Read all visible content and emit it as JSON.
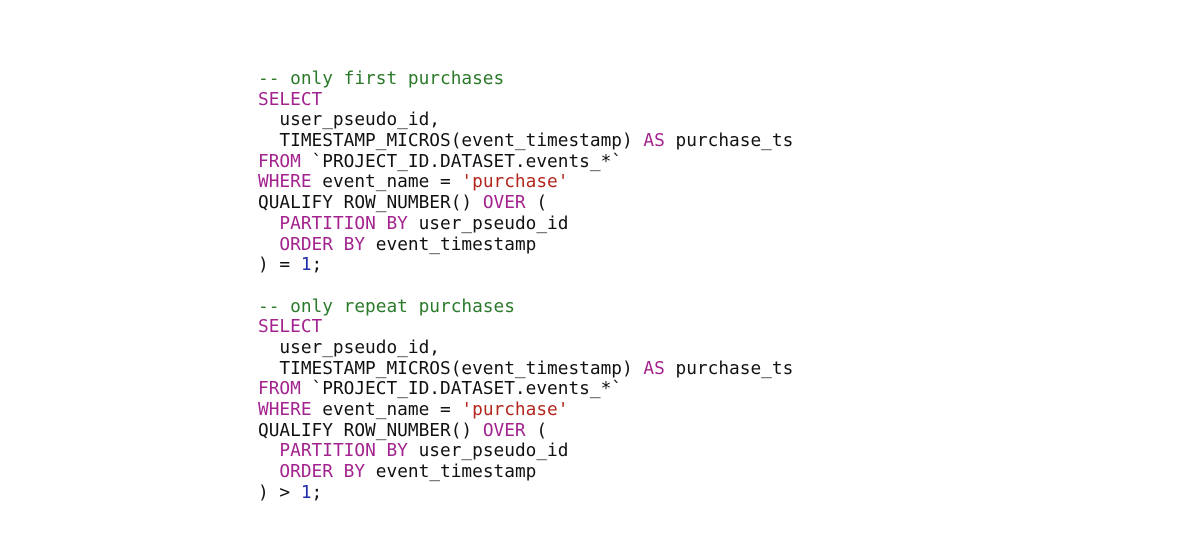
{
  "code_blocks": [
    {
      "lines": [
        [
          {
            "t": "comment",
            "v": "-- only first purchases"
          }
        ],
        [
          {
            "t": "kw",
            "v": "SELECT"
          }
        ],
        [
          {
            "t": "plain",
            "v": "  user_pseudo_id,"
          }
        ],
        [
          {
            "t": "plain",
            "v": "  TIMESTAMP_MICROS(event_timestamp) "
          },
          {
            "t": "kw",
            "v": "AS"
          },
          {
            "t": "plain",
            "v": " purchase_ts"
          }
        ],
        [
          {
            "t": "kw",
            "v": "FROM"
          },
          {
            "t": "plain",
            "v": " `PROJECT_ID.DATASET.events_*`"
          }
        ],
        [
          {
            "t": "kw",
            "v": "WHERE"
          },
          {
            "t": "plain",
            "v": " event_name = "
          },
          {
            "t": "str",
            "v": "'purchase'"
          }
        ],
        [
          {
            "t": "plain",
            "v": "QUALIFY ROW_NUMBER() "
          },
          {
            "t": "kw",
            "v": "OVER"
          },
          {
            "t": "plain",
            "v": " ("
          }
        ],
        [
          {
            "t": "plain",
            "v": "  "
          },
          {
            "t": "kw",
            "v": "PARTITION BY"
          },
          {
            "t": "plain",
            "v": " user_pseudo_id"
          }
        ],
        [
          {
            "t": "plain",
            "v": "  "
          },
          {
            "t": "kw",
            "v": "ORDER BY"
          },
          {
            "t": "plain",
            "v": " event_timestamp"
          }
        ],
        [
          {
            "t": "plain",
            "v": ") = "
          },
          {
            "t": "num",
            "v": "1"
          },
          {
            "t": "plain",
            "v": ";"
          }
        ]
      ]
    },
    {
      "lines": [
        [
          {
            "t": "comment",
            "v": "-- only repeat purchases"
          }
        ],
        [
          {
            "t": "kw",
            "v": "SELECT"
          }
        ],
        [
          {
            "t": "plain",
            "v": "  user_pseudo_id,"
          }
        ],
        [
          {
            "t": "plain",
            "v": "  TIMESTAMP_MICROS(event_timestamp) "
          },
          {
            "t": "kw",
            "v": "AS"
          },
          {
            "t": "plain",
            "v": " purchase_ts"
          }
        ],
        [
          {
            "t": "kw",
            "v": "FROM"
          },
          {
            "t": "plain",
            "v": " `PROJECT_ID.DATASET.events_*`"
          }
        ],
        [
          {
            "t": "kw",
            "v": "WHERE"
          },
          {
            "t": "plain",
            "v": " event_name = "
          },
          {
            "t": "str",
            "v": "'purchase'"
          }
        ],
        [
          {
            "t": "plain",
            "v": "QUALIFY ROW_NUMBER() "
          },
          {
            "t": "kw",
            "v": "OVER"
          },
          {
            "t": "plain",
            "v": " ("
          }
        ],
        [
          {
            "t": "plain",
            "v": "  "
          },
          {
            "t": "kw",
            "v": "PARTITION BY"
          },
          {
            "t": "plain",
            "v": " user_pseudo_id"
          }
        ],
        [
          {
            "t": "plain",
            "v": "  "
          },
          {
            "t": "kw",
            "v": "ORDER BY"
          },
          {
            "t": "plain",
            "v": " event_timestamp"
          }
        ],
        [
          {
            "t": "plain",
            "v": ") > "
          },
          {
            "t": "num",
            "v": "1"
          },
          {
            "t": "plain",
            "v": ";"
          }
        ]
      ]
    }
  ],
  "colors": {
    "comment": "#2b7a2b",
    "keyword": "#a3238e",
    "string": "#b3261e",
    "number": "#1f2fa8",
    "text": "#111111",
    "background": "#ffffff"
  }
}
